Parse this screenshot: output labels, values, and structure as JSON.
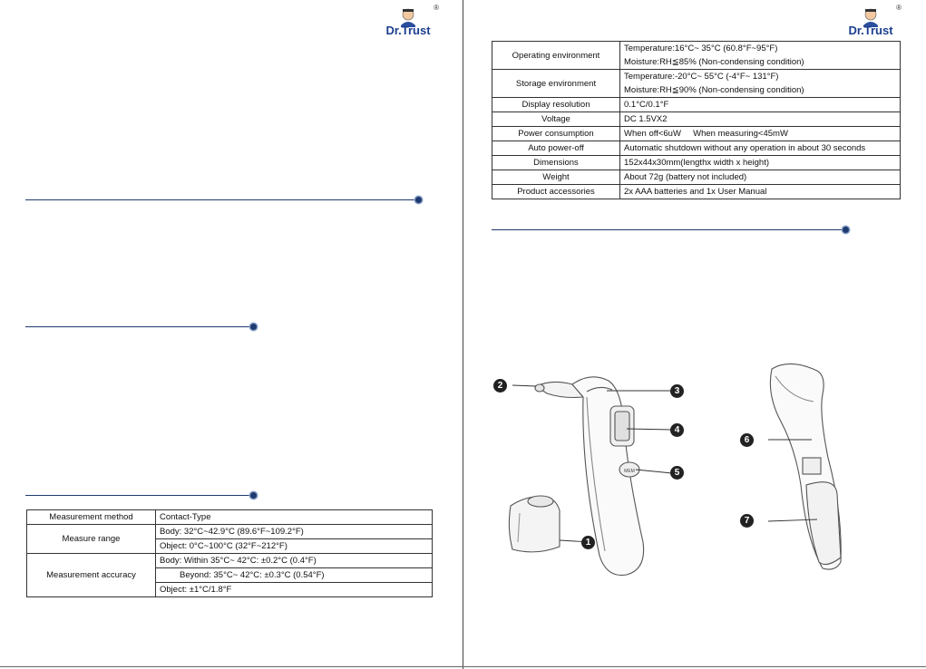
{
  "logo": {
    "brand": "Dr.Trust",
    "registered": "®"
  },
  "spec_left": {
    "rows": [
      {
        "label": "Measurement method",
        "values": [
          "Contact-Type"
        ]
      },
      {
        "label": "Measure range",
        "values": [
          "Body: 32°C~42.9°C (89.6°F~109.2°F)",
          "Object: 0°C~100°C (32°F~212°F)"
        ]
      },
      {
        "label": "Measurement accuracy",
        "values": [
          "Body: Within 35°C~ 42°C: ±0.2°C (0.4°F)",
          "Beyond: 35°C~ 42°C: ±0.3°C (0.54°F)",
          "Object: ±1°C/1.8°F"
        ]
      }
    ]
  },
  "spec_right": {
    "rows": [
      {
        "label": "Operating environment",
        "values": [
          "Temperature:16°C~ 35°C (60.8°F~95°F)",
          "Moisture:RH≦85% (Non-condensing condition)"
        ]
      },
      {
        "label": "Storage environment",
        "values": [
          "Temperature:-20°C~ 55°C (-4°F~ 131°F)",
          "Moisture:RH≦90% (Non-condensing condition)"
        ]
      },
      {
        "label": "Display resolution",
        "values": [
          "0.1°C/0.1°F"
        ]
      },
      {
        "label": "Voltage",
        "values": [
          "DC 1.5VX2"
        ]
      },
      {
        "label": "Power consumption",
        "values": [
          "When off<6uW     When measuring<45mW"
        ]
      },
      {
        "label": "Auto power-off",
        "values": [
          "Automatic shutdown without any operation in about 30 seconds"
        ]
      },
      {
        "label": "Dimensions",
        "values": [
          "152x44x30mm(lengthx width x height)"
        ]
      },
      {
        "label": "Weight",
        "values": [
          "About 72g (battery not included)"
        ]
      },
      {
        "label": "Product accessories",
        "values": [
          "2x AAA batteries and 1x User Manual"
        ]
      }
    ]
  },
  "callouts": [
    "1",
    "2",
    "3",
    "4",
    "5",
    "6",
    "7"
  ],
  "device": {
    "button_label": "MEM"
  }
}
